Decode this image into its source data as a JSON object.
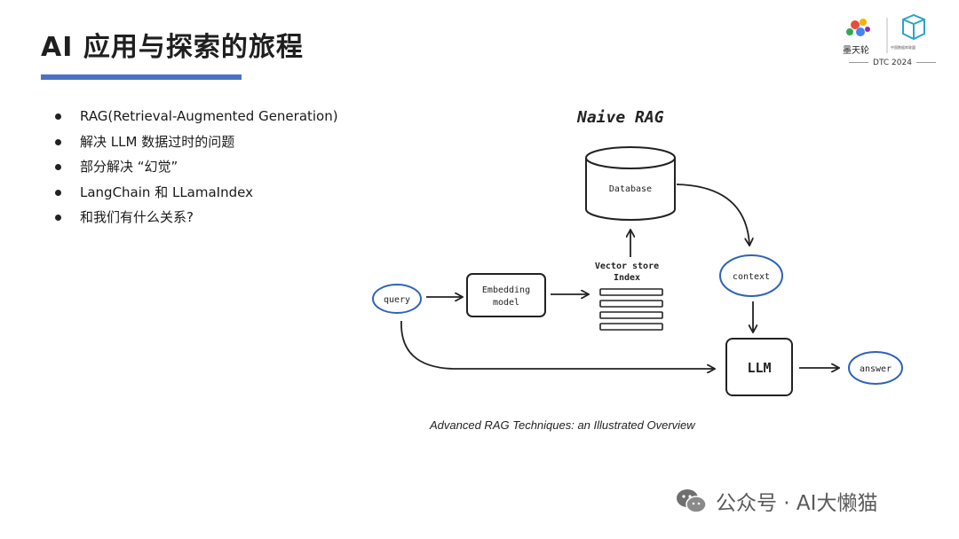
{
  "slide": {
    "title": "AI 应用与探索的旅程",
    "bullets": [
      "RAG(Retrieval-Augmented Generation)",
      "解决 LLM 数据过时的问题",
      "部分解决 “幻觉”",
      "LangChain 和 LLamaIndex",
      "和我们有什么关系?"
    ],
    "caption": "Advanced RAG Techniques: an Illustrated Overview"
  },
  "logo": {
    "brand_text": "墨天轮",
    "org_text": "中国数据库联盟",
    "event": "DTC 2024"
  },
  "diagram": {
    "title": "Naive RAG",
    "database": "Database",
    "vector_store": [
      "Vector store",
      "Index"
    ],
    "query": "query",
    "embedding": [
      "Embedding",
      "model"
    ],
    "context": "context",
    "llm": "LLM",
    "answer": "answer"
  },
  "watermark": {
    "text": "公众号 · AI大懒猫"
  },
  "colors": {
    "accent_bar": "#4a72c4",
    "bubble_stroke": "#2e63b8"
  }
}
